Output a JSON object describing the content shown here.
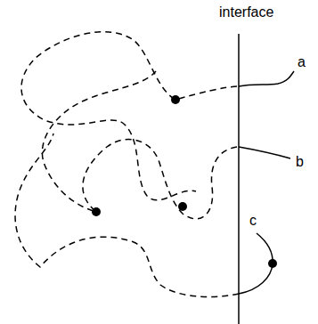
{
  "diagram": {
    "labels": [
      "interface",
      "a",
      "b",
      "c"
    ]
  }
}
